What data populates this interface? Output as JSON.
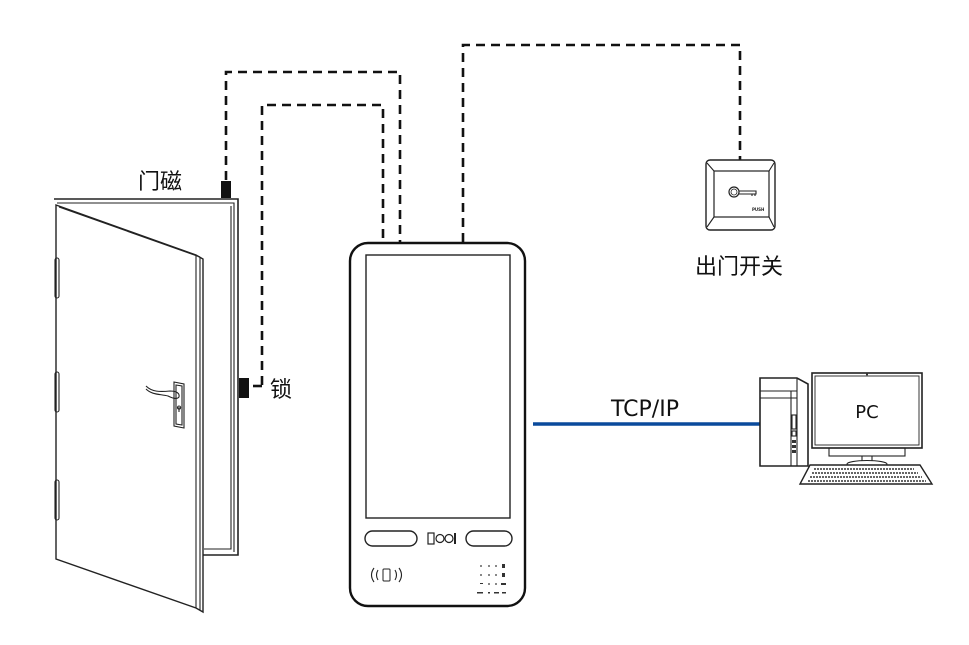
{
  "diagram": {
    "title": "Access control wiring diagram",
    "components": {
      "door_sensor": {
        "label": "门磁"
      },
      "lock": {
        "label": "锁"
      },
      "exit_button": {
        "label": "出门开关",
        "face_text": "PUSH"
      },
      "terminal": {
        "name": "Access control terminal"
      },
      "pc": {
        "label": "PC"
      }
    },
    "connections": [
      {
        "from": "door_sensor",
        "to": "terminal",
        "style": "dashed"
      },
      {
        "from": "lock",
        "to": "terminal",
        "style": "dashed"
      },
      {
        "from": "exit_button",
        "to": "terminal",
        "style": "dashed"
      },
      {
        "from": "terminal",
        "to": "pc",
        "style": "solid",
        "label": "TCP/IP",
        "color": "#0a4a9c"
      }
    ],
    "colors": {
      "line": "#111111",
      "network": "#0a4a9c",
      "background": "#ffffff"
    }
  }
}
